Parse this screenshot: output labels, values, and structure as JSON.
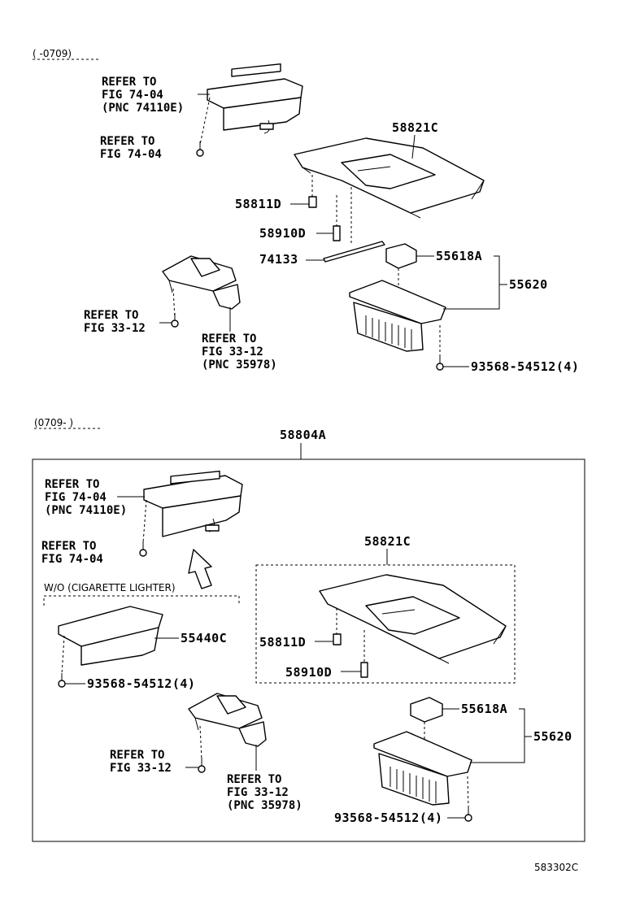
{
  "date_ranges": {
    "upper": "(      -0709)",
    "lower": "(0709-      )"
  },
  "upper": {
    "ref_radio": [
      "REFER TO",
      "FIG 74-04",
      "(PNC 74110E)"
    ],
    "ref_screw": [
      "REFER TO",
      "FIG 74-04"
    ],
    "pn_panel": "58821C",
    "pn_clip_d": "58811D",
    "pn_clip_910": "58910D",
    "pn_strip": "74133",
    "pn_lid": "55618A",
    "pn_box": "55620",
    "ref_heater_screw": [
      "REFER TO",
      "FIG 33-12"
    ],
    "ref_heater": [
      "REFER TO",
      "FIG 33-12",
      "(PNC 35978)"
    ],
    "pn_screw": "93568-54512(4)"
  },
  "lower": {
    "pn_assembly": "58804A",
    "ref_radio": [
      "REFER TO",
      "FIG 74-04",
      "(PNC 74110E)"
    ],
    "ref_screw": [
      "REFER TO",
      "FIG 74-04"
    ],
    "note_wo": "W/O (CIGARETTE LIGHTER)",
    "pn_pocket": "55440C",
    "pn_pocket_screw": "93568-54512(4)",
    "pn_panel": "58821C",
    "pn_clip_d": "58811D",
    "pn_clip_910": "58910D",
    "pn_lid": "55618A",
    "pn_box": "55620",
    "ref_heater_screw": [
      "REFER TO",
      "FIG 33-12"
    ],
    "ref_heater": [
      "REFER TO",
      "FIG 33-12",
      "(PNC 35978)"
    ],
    "pn_screw": "93568-54512(4)"
  },
  "figure_code": "583302C"
}
